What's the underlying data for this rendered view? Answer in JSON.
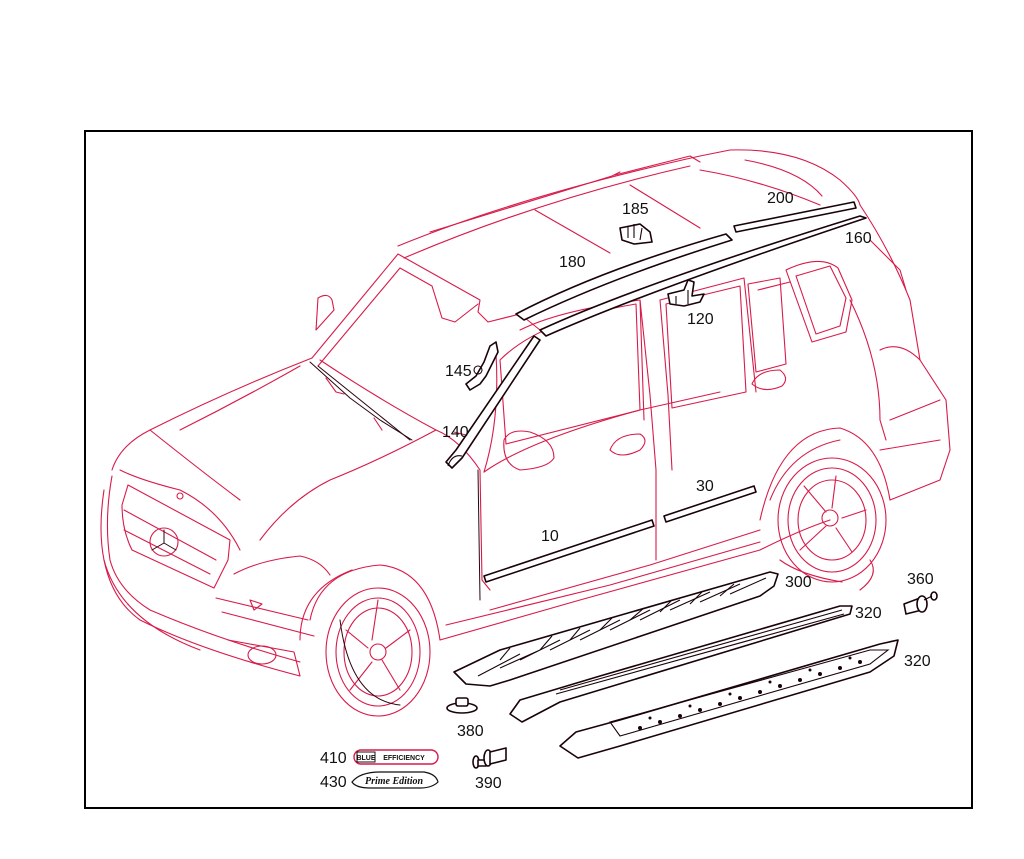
{
  "diagram": {
    "title": "",
    "subject": "SUV exterior trim parts diagram (side view, front three-quarter)",
    "line_colors": {
      "body_outline": "#d81b4a",
      "parts": "#1a0308",
      "frame": "#000000"
    },
    "callouts": [
      {
        "id": "10",
        "label": "10",
        "part": "front door moulding"
      },
      {
        "id": "30",
        "label": "30",
        "part": "rear door moulding"
      },
      {
        "id": "120",
        "label": "120",
        "part": "roof rail clip"
      },
      {
        "id": "140",
        "label": "140",
        "part": "A-pillar trim"
      },
      {
        "id": "145",
        "label": "145",
        "part": "A-pillar trim clip"
      },
      {
        "id": "160",
        "label": "160",
        "part": "roof moulding rear"
      },
      {
        "id": "180",
        "label": "180",
        "part": "roof rail front"
      },
      {
        "id": "185",
        "label": "185",
        "part": "roof rail bracket"
      },
      {
        "id": "200",
        "label": "200",
        "part": "roof rail rear"
      },
      {
        "id": "300",
        "label": "300",
        "part": "running board bracket"
      },
      {
        "id": "320a",
        "label": "320",
        "part": "running board (upper)"
      },
      {
        "id": "320b",
        "label": "320",
        "part": "running board (lower)"
      },
      {
        "id": "360",
        "label": "360",
        "part": "retaining nut"
      },
      {
        "id": "380",
        "label": "380",
        "part": "expansion rivet"
      },
      {
        "id": "390",
        "label": "390",
        "part": "screw with washer"
      },
      {
        "id": "410",
        "label": "410",
        "part": "badge"
      },
      {
        "id": "430",
        "label": "430",
        "part": "badge"
      }
    ],
    "badges": {
      "b410": {
        "box_text": "BLUE",
        "text": "EFFICIENCY"
      },
      "b430": {
        "text": "Prime Edition"
      }
    }
  }
}
